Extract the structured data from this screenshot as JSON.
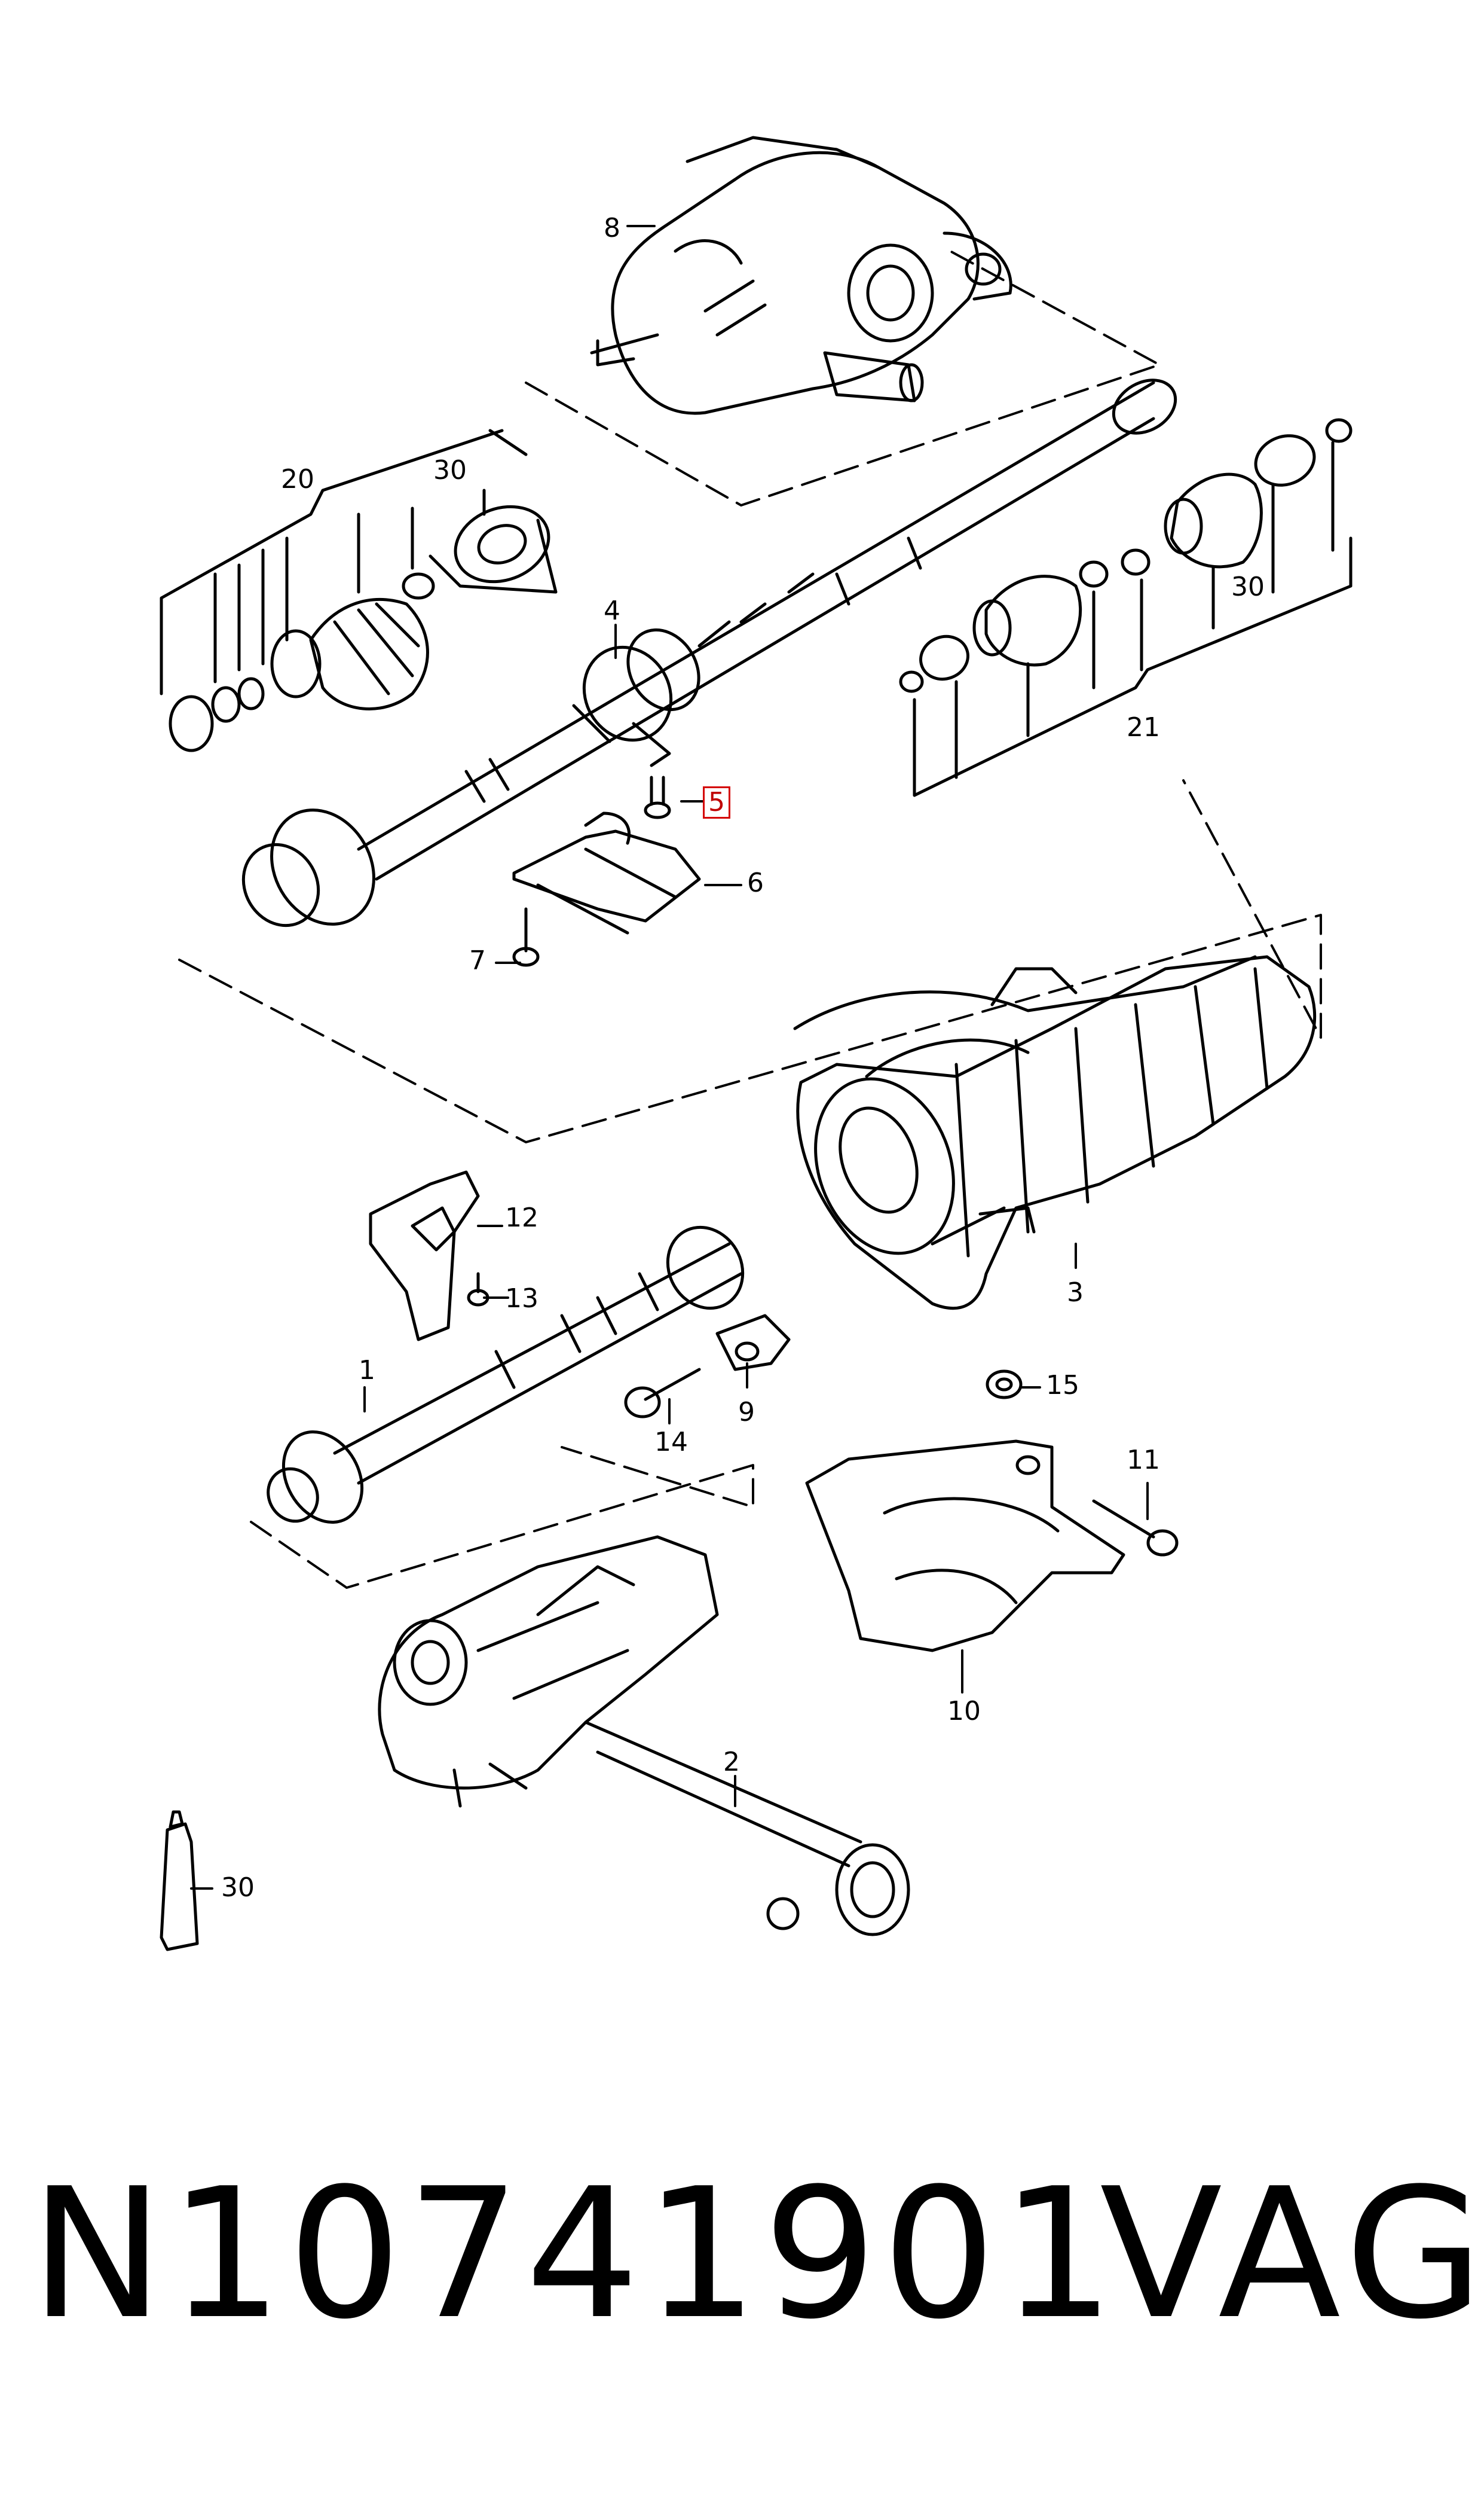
{
  "callouts": {
    "c1": "1",
    "c2": "2",
    "c3": "3",
    "c4": "4",
    "c5": "5",
    "c6": "6",
    "c7": "7",
    "c8": "8",
    "c9": "9",
    "c10": "10",
    "c11": "11",
    "c12": "12",
    "c13": "13",
    "c14": "14",
    "c15": "15",
    "c20": "20",
    "c21": "21",
    "c30a": "30",
    "c30b": "30",
    "c30c": "30"
  },
  "highlighted_callout": "5",
  "footer": {
    "part_number": "N10741901",
    "brand": "VAG"
  },
  "colors": {
    "line": "#000000",
    "highlight": "#d40000",
    "background": "#ffffff"
  }
}
